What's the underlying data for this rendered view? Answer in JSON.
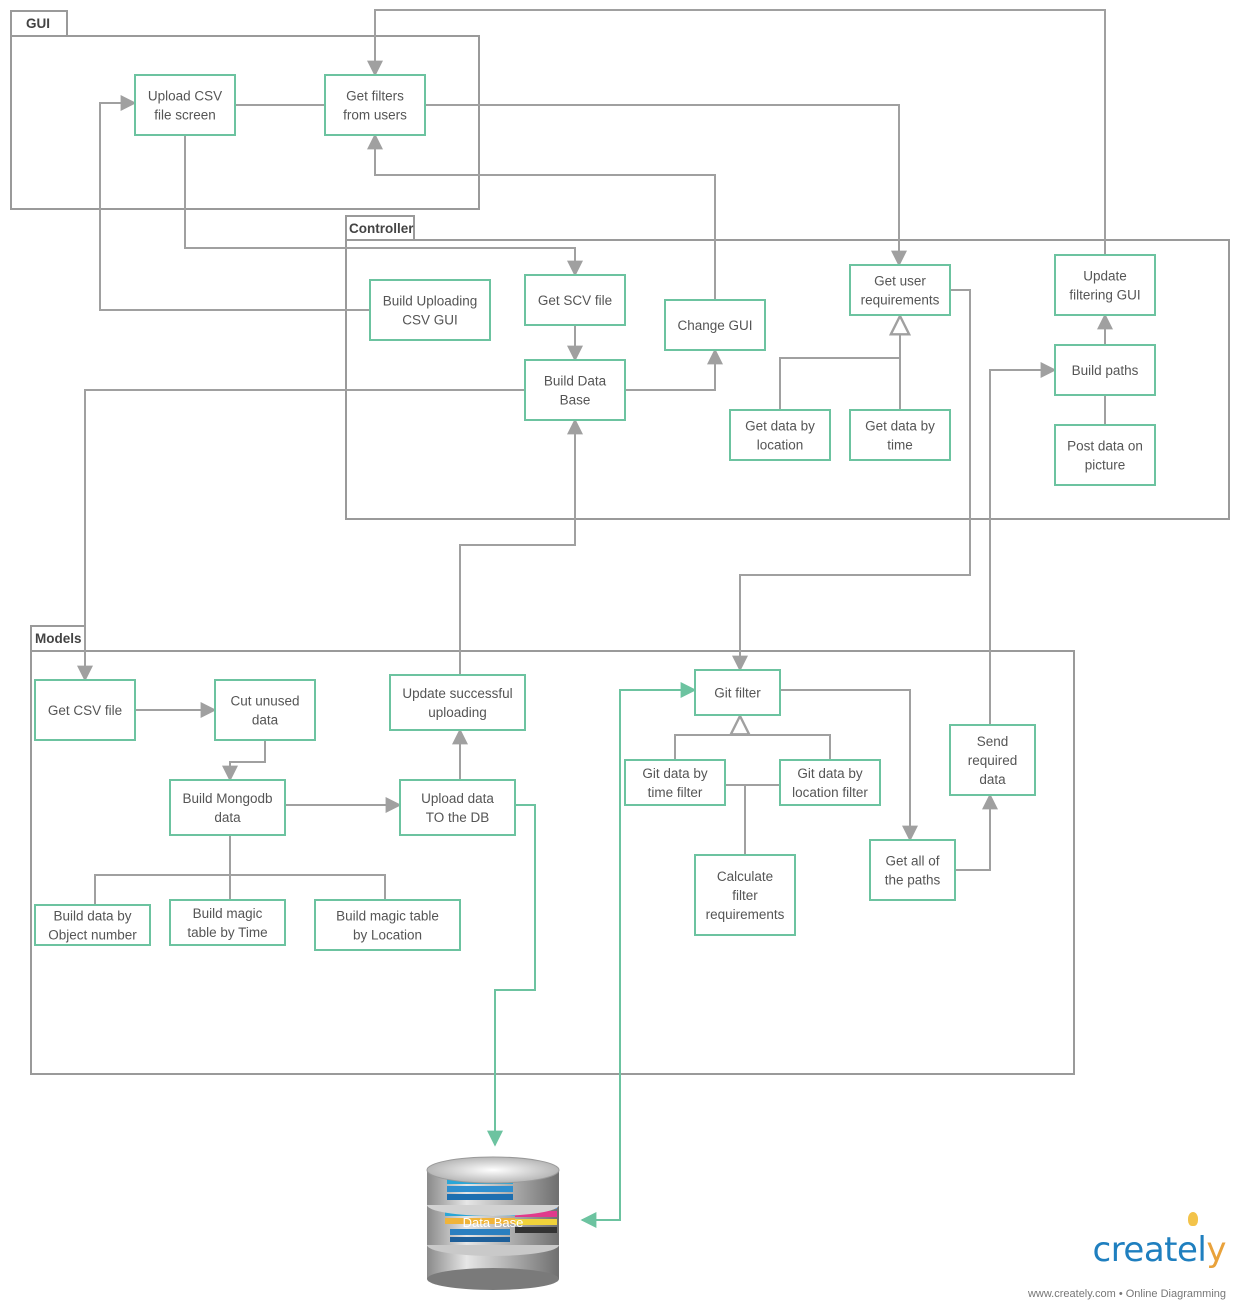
{
  "packages": {
    "gui": "GUI",
    "controller": "Controller",
    "models": "Models"
  },
  "nodes": {
    "upload_csv_screen": [
      "Upload CSV",
      "file screen"
    ],
    "get_filters": [
      "Get filters",
      "from users"
    ],
    "build_uploading_gui": [
      "Build Uploading",
      "CSV GUI"
    ],
    "get_scv_file": [
      "Get SCV file"
    ],
    "build_data_base": [
      "Build Data",
      "Base"
    ],
    "change_gui": [
      "Change GUI"
    ],
    "get_user_requirements": [
      "Get user",
      "requirements"
    ],
    "get_data_location": [
      "Get data by",
      "location"
    ],
    "get_data_time": [
      "Get data by",
      "time"
    ],
    "update_filtering_gui": [
      "Update",
      "filtering GUI"
    ],
    "build_paths": [
      "Build paths"
    ],
    "post_data_picture": [
      "Post data on",
      "picture"
    ],
    "get_csv_file": [
      "Get CSV file"
    ],
    "cut_unused": [
      "Cut unused",
      "data"
    ],
    "update_successful": [
      "Update successful",
      "uploading"
    ],
    "build_mongodb": [
      "Build Mongodb",
      "data"
    ],
    "upload_to_db": [
      "Upload data",
      "TO the DB"
    ],
    "build_object_number": [
      "Build data by",
      "Object  number"
    ],
    "build_magic_time": [
      "Build magic",
      "table by Time"
    ],
    "build_magic_location": [
      "Build magic  table",
      "by Location"
    ],
    "git_filter": [
      "Git filter"
    ],
    "git_time_filter": [
      "Git data by",
      "time filter"
    ],
    "git_location_filter": [
      "Git data by",
      "location filter"
    ],
    "calculate_filter": [
      "Calculate",
      "filter",
      "requirements"
    ],
    "send_required": [
      "Send",
      "required",
      "data"
    ],
    "get_all_paths": [
      "Get all of",
      "the paths"
    ]
  },
  "database_label": "Data Base",
  "colors": {
    "node_border": "#6cc3a0",
    "container_border": "#9a9a9a",
    "connector": "#a0a0a0",
    "db_connector": "#6cc3a0"
  },
  "footer": {
    "brand_main": "createl",
    "brand_accent": "y",
    "tagline": "www.creately.com • Online Diagramming"
  }
}
